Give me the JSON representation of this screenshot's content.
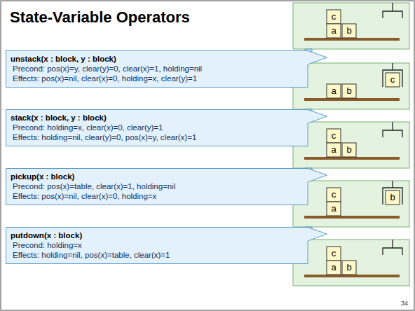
{
  "diagram": {
    "title": "State-Variable Operators",
    "nodes": [
      {
        "text": [
          "unstack(x : block, y : block)",
          "Precond: pos(x)=y, clear(y)=0, clear(x)=1, holding=nil",
          "Effects: pos(x)=nil, clear(x)=0, holding=x, clear(y)=1"
        ]
      },
      {
        "text": [
          "stack(x : block, y : block)",
          "Precond: holding=x, clear(x)=0, clear(y)=1",
          "Effects: holding=nil, clear(y)=0, pos(x)=y, clear(x)=1"
        ]
      },
      {
        "text": [
          "pickup(x : block)",
          "Precond: pos(x)=table, clear(x)=1, holding=nil",
          "Effects: pos(x)=nil, clear(x)=0, holding=x"
        ]
      },
      {
        "text": [
          "putdown(x : block)",
          "Precond: holding=x",
          "Effects: holding=nil, pos(x)=table, clear(x)=1"
        ]
      }
    ],
    "labels": [
      "c",
      "a",
      "b",
      "a",
      "b",
      "c",
      "c",
      "a",
      "b",
      "c",
      "a",
      "b",
      "c",
      "a",
      "b",
      "34"
    ]
  }
}
